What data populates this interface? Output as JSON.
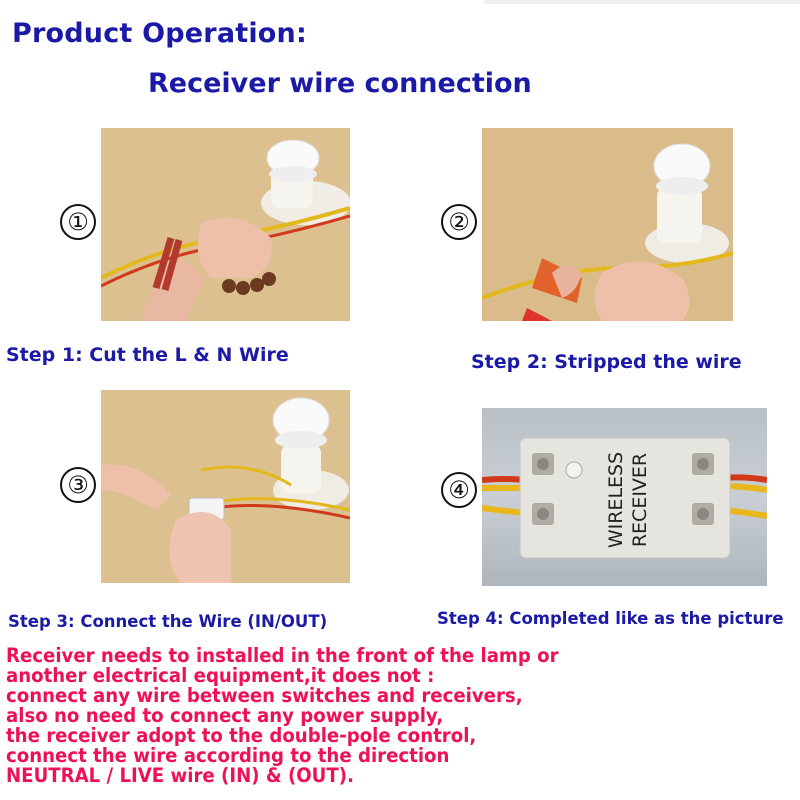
{
  "header": {
    "title": "Product Operation:",
    "subtitle": "Receiver wire connection"
  },
  "steps": [
    {
      "number": "①",
      "label": "Step 1: Cut the L & N Wire"
    },
    {
      "number": "②",
      "label": "Step 2: Stripped the wire"
    },
    {
      "number": "③",
      "label": "Step 3: Connect the Wire (IN/OUT)"
    },
    {
      "number": "④",
      "label": "Step 4: Completed like as the picture"
    }
  ],
  "receiver_photo": {
    "text_line1": "WIRELESS",
    "text_line2": "RECEIVER"
  },
  "notes": [
    "Receiver needs to installed in the front of the lamp or",
    "another electrical equipment,it does not :",
    "connect any wire between switches and receivers,",
    "also no need to connect any power supply,",
    "the  receiver adopt to the double-pole control,",
    "connect the wire according to the direction",
    "NEUTRAL /  LIVE wire (IN) & (OUT)."
  ],
  "colors": {
    "heading": "#1a1aa6",
    "notes": "#ee1157"
  }
}
